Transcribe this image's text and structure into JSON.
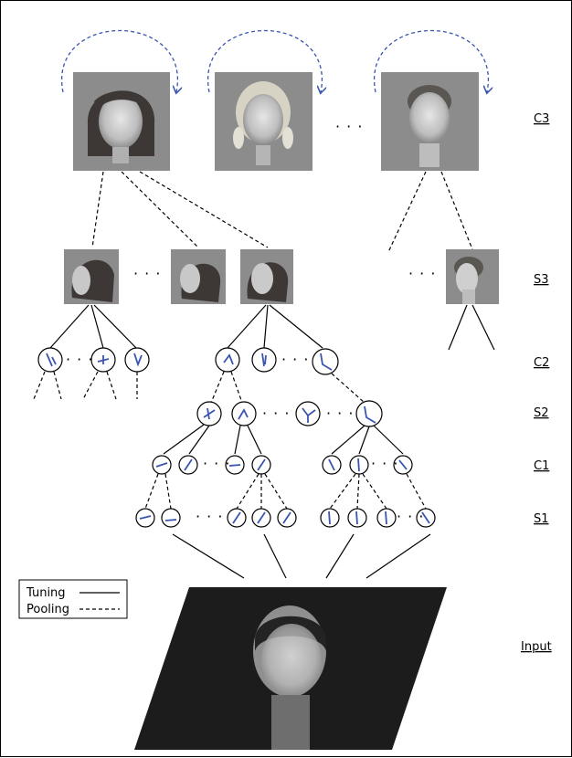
{
  "layer_labels": {
    "c3": "C3",
    "s3": "S3",
    "c2": "C2",
    "s2": "S2",
    "c1": "C1",
    "s1": "S1",
    "input": "Input"
  },
  "legend": {
    "tuning": "Tuning",
    "pooling": "Pooling"
  },
  "ellipsis": "· · ·",
  "colors": {
    "arc": "#3a55b0",
    "orientation_bar": "#3a55b0",
    "photo_bg": "#8c8c8c",
    "input_bg": "#1c1c1c"
  }
}
